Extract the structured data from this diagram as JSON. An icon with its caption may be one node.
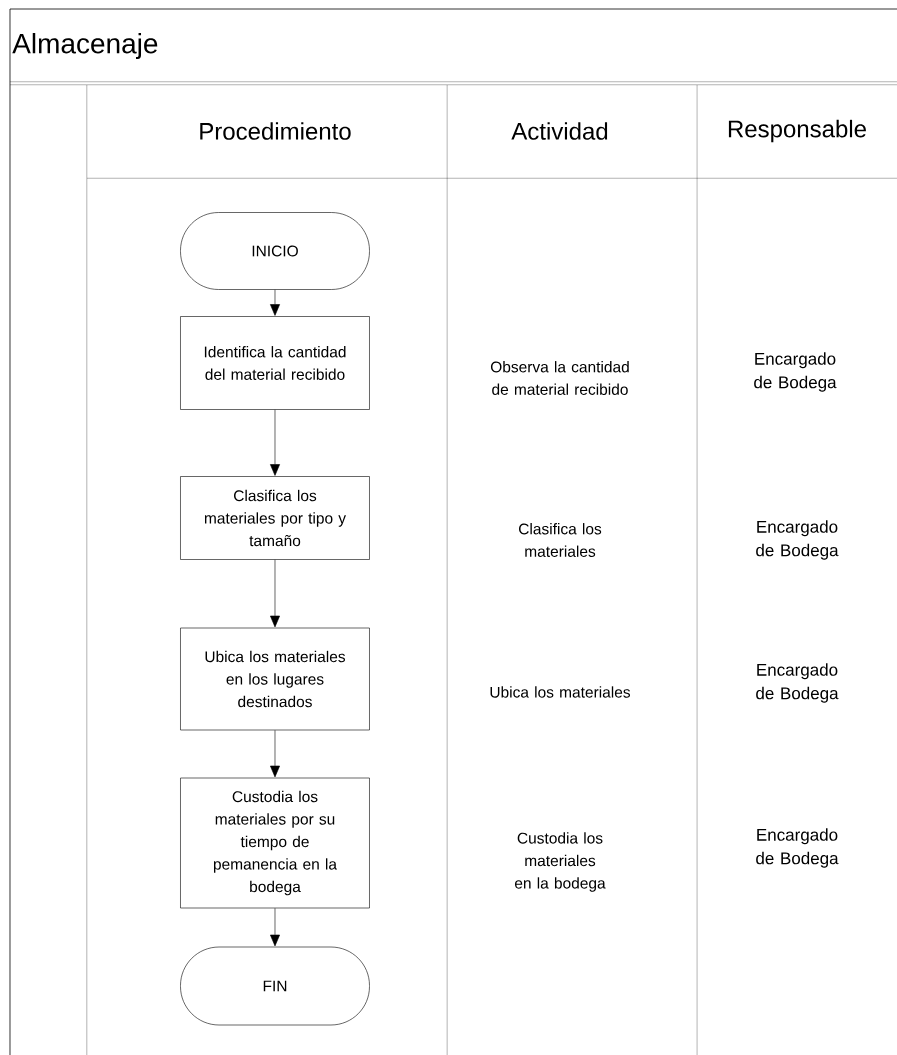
{
  "diagram": {
    "title": "Almacenaje",
    "nodes": [
      {
        "text": [
          "INICIO"
        ]
      },
      {
        "text": [
          "Identifica la cantidad del material recibido"
        ]
      },
      {
        "text": [
          "Clasifica los materiales por tipo y tamaño"
        ]
      },
      {
        "text": [
          "Ubica los materiales en los lugares destinados"
        ]
      },
      {
        "text": [
          "Custodia los materiales por su tiempo de pemanencia en la bodega"
        ]
      },
      {
        "text": [
          "FIN"
        ]
      }
    ],
    "edges": [
      {
        "from": 0,
        "to": 1,
        "arrow": "to"
      },
      {
        "from": 1,
        "to": 2,
        "arrow": "to"
      },
      {
        "from": 2,
        "to": 3,
        "arrow": "to"
      },
      {
        "from": 3,
        "to": 4,
        "arrow": "to"
      },
      {
        "from": 4,
        "to": 5,
        "arrow": "to"
      }
    ],
    "labels": [
      "Procedimiento",
      "Actividad",
      "Responsable",
      "Observa la cantidad de material recibido",
      "Encargado de Bodega",
      "Clasifica los materiales",
      "Encargado de Bodega",
      "Ubica los materiales",
      "Encargado de Bodega",
      "Custodia los materiales en la bodega",
      "Encargado de Bodega"
    ]
  }
}
